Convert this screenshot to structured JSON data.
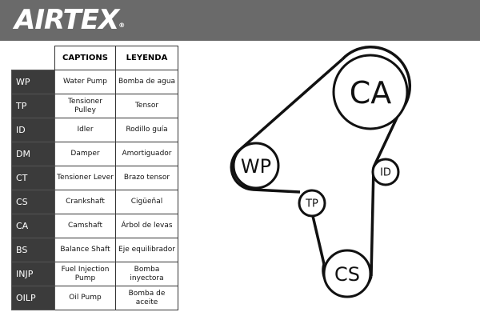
{
  "brand": {
    "name": "AIRTEX",
    "mark": "®"
  },
  "table": {
    "header_captions": "CAPTIONS",
    "header_leyenda": "LEYENDA",
    "rows": [
      {
        "code": "WP",
        "caption": "Water Pump",
        "leyenda": "Bomba de agua"
      },
      {
        "code": "TP",
        "caption": "Tensioner Pulley",
        "leyenda": "Tensor"
      },
      {
        "code": "ID",
        "caption": "Idler",
        "leyenda": "Rodillo guía"
      },
      {
        "code": "DM",
        "caption": "Damper",
        "leyenda": "Amortiguador"
      },
      {
        "code": "CT",
        "caption": "Tensioner Lever",
        "leyenda": "Brazo tensor"
      },
      {
        "code": "CS",
        "caption": "Crankshaft",
        "leyenda": "Cigüeñal"
      },
      {
        "code": "CA",
        "caption": "Camshaft",
        "leyenda": "Árbol de levas"
      },
      {
        "code": "BS",
        "caption": "Balance Shaft",
        "leyenda": "Eje equilibrador"
      },
      {
        "code": "INJP",
        "caption": "Fuel Injection Pump",
        "leyenda": "Bomba inyectora"
      },
      {
        "code": "OILP",
        "caption": "Oil Pump",
        "leyenda": "Bomba de aceite"
      }
    ]
  },
  "diagram": {
    "pulleys": [
      {
        "id": "ca",
        "label": "CA"
      },
      {
        "id": "wp",
        "label": "WP"
      },
      {
        "id": "id",
        "label": "ID"
      },
      {
        "id": "tp",
        "label": "TP"
      },
      {
        "id": "cs",
        "label": "CS"
      }
    ]
  }
}
